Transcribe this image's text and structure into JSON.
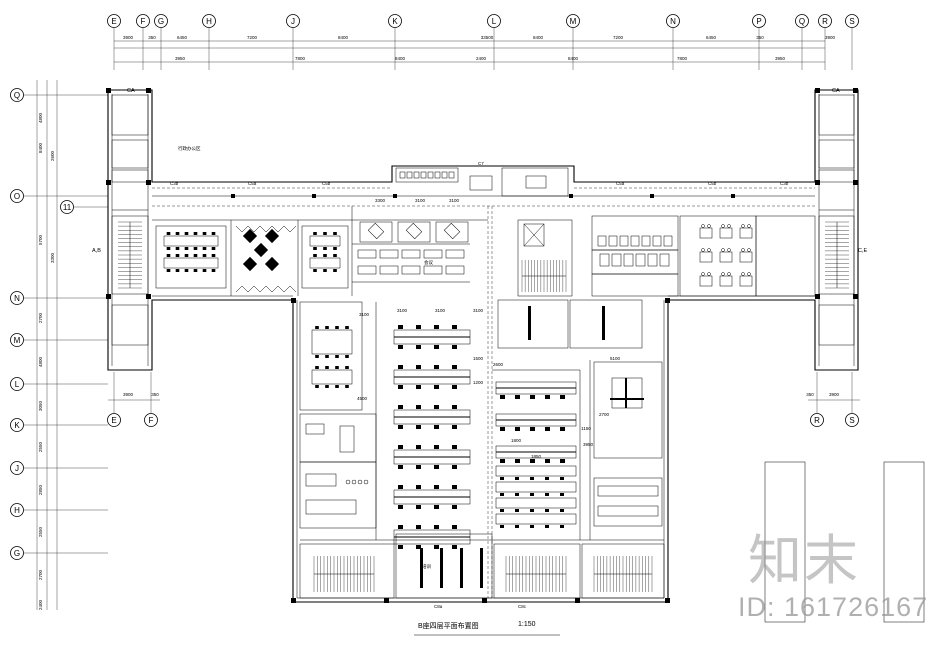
{
  "drawing": {
    "title": "B座四层平面布置图",
    "scale": "1:150"
  },
  "grid_top": [
    "E",
    "F",
    "G",
    "H",
    "J",
    "K",
    "L",
    "M",
    "N",
    "P",
    "Q",
    "R",
    "S"
  ],
  "grid_bottom_left": [
    "E",
    "F"
  ],
  "grid_bottom_right": [
    "R",
    "S"
  ],
  "grid_left": [
    "Q",
    "O",
    "11",
    "N",
    "M",
    "L",
    "K",
    "J",
    "H",
    "G"
  ],
  "dims_top_row1": [
    "3900",
    "350",
    "6450",
    "7200",
    "8400",
    "33500",
    "8400",
    "7200",
    "6450",
    "350",
    "3900"
  ],
  "dims_top_row2": [
    "3950",
    "7800",
    "8400",
    "2400",
    "8400",
    "7800",
    "3950"
  ],
  "dims_left": [
    "4800",
    "8400",
    "5700",
    "2700",
    "4800",
    "3050",
    "2550",
    "2850",
    "2550",
    "2700",
    "2400",
    "3300",
    "2600"
  ],
  "dims_bottom": [
    "3900",
    "350",
    "350",
    "3900"
  ],
  "room_labels": {
    "stair_left": "A,B",
    "stair_right": "C,E",
    "ca_left": "CA",
    "ca_right": "CA",
    "corridor_left": "C3b",
    "corridor_mid1": "C5a",
    "corridor_mid2": "C5b",
    "corridor_right1": "C5a",
    "corridor_right2": "C5b",
    "corridor_right3": "C3b",
    "core_top": "C7",
    "bottom_a": "C8a",
    "bottom_b": "C8c"
  },
  "dims_inner": [
    "3300",
    "3100",
    "3100",
    "3100",
    "3100",
    "3100",
    "3100",
    "1500",
    "1200",
    "5100",
    "2700",
    "3950",
    "1850",
    "4500",
    "1150",
    "2600",
    "1800"
  ],
  "notes": [
    "行政办公区",
    "会议",
    "培训"
  ],
  "watermark": {
    "brand": "知末",
    "id": "ID: 161726167"
  }
}
